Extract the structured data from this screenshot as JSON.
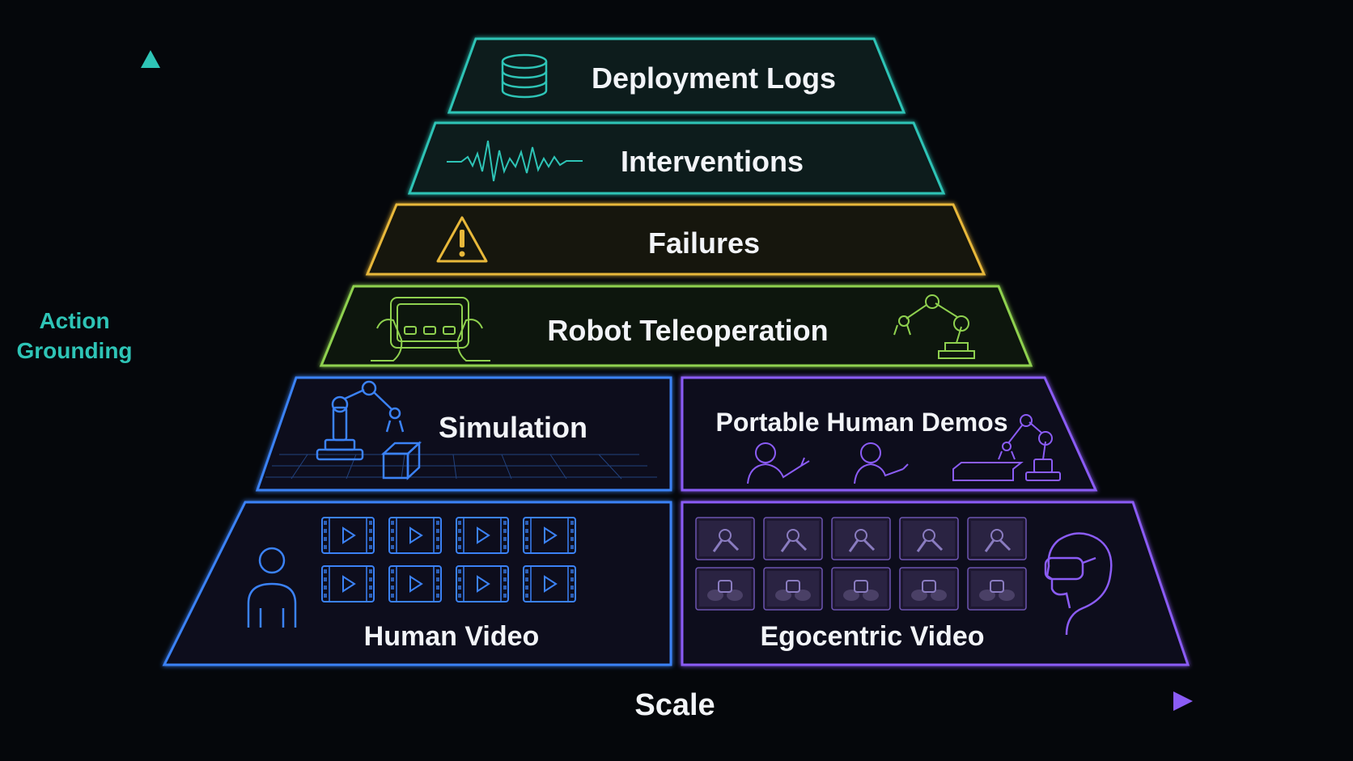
{
  "axes": {
    "y_label_line1": "Action",
    "y_label_line2": "Grounding",
    "x_label": "Scale"
  },
  "tiers": {
    "deployment_logs": "Deployment Logs",
    "interventions": "Interventions",
    "failures": "Failures",
    "robot_teleoperation": "Robot Teleoperation",
    "simulation": "Simulation",
    "portable_human_demos": "Portable Human Demos",
    "human_video": "Human Video",
    "egocentric_video": "Egocentric Video"
  },
  "icons": {
    "deployment_logs": "database-icon",
    "interventions": "waveform-icon",
    "failures": "warning-triangle-icon",
    "robot_teleoperation": [
      "tablet-controller-icon",
      "robot-arm-icon"
    ],
    "simulation": [
      "robot-arm-icon",
      "cube-icon",
      "grid-floor-icon"
    ],
    "portable_human_demos": [
      "person-gesture-icon",
      "person-gesture-icon",
      "robot-arm-icon"
    ],
    "human_video": [
      "person-icon",
      "video-frame-icon"
    ],
    "egocentric_video": [
      "video-thumbnail-icon",
      "vr-headset-person-icon"
    ]
  },
  "colors": {
    "background": "#05070b",
    "teal": "#2ec4b6",
    "yellow": "#e8b83a",
    "green": "#8fd14f",
    "blue": "#3b82f6",
    "purple": "#8b5cf6",
    "text": "#f2f4f8"
  }
}
